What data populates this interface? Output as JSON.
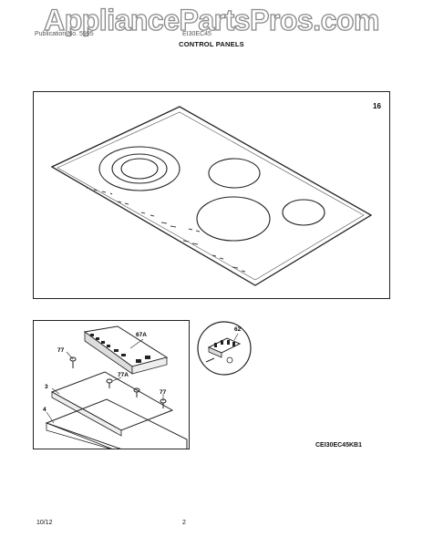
{
  "watermark": "AppliancePartsPros.com",
  "header": {
    "left": "Publication No. 5995",
    "right": "EI30EC45"
  },
  "section_title": "CONTROL PANELS",
  "callouts": {
    "cooktop": "16",
    "control_board": "67A",
    "screw_left": "77",
    "screw_mid": "77A",
    "screw_right": "77",
    "bracket": "3",
    "tray": "4",
    "knob_strip": "62"
  },
  "model_code": "CEI30EC45KB1",
  "footer": {
    "date": "10/12",
    "page": "2"
  }
}
